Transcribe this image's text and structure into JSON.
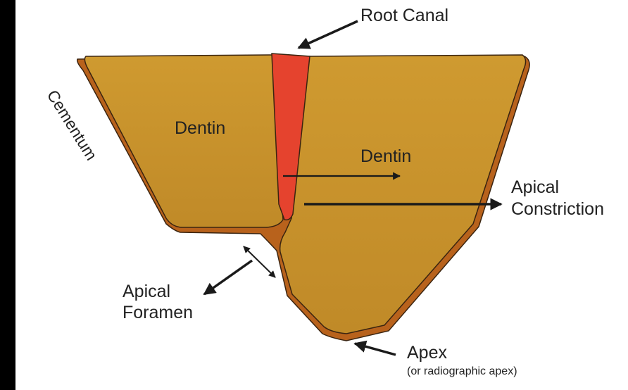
{
  "labels": {
    "root_canal": "Root Canal",
    "cementum": "Cementum",
    "dentin_left": "Dentin",
    "dentin_right": "Dentin",
    "apical_constriction_line1": "Apical",
    "apical_constriction_line2": "Constriction",
    "apical_foramen_line1": "Apical",
    "apical_foramen_line2": "Foramen",
    "apex": "Apex",
    "apex_sub": "(or radiographic apex)"
  },
  "colors": {
    "background": "#000000",
    "panel": "#ffffff",
    "dentin": "#c8952e",
    "cementum": "#b8621c",
    "root_canal": "#e5432e",
    "outline": "#3a2410",
    "arrow": "#1a1a1a"
  }
}
